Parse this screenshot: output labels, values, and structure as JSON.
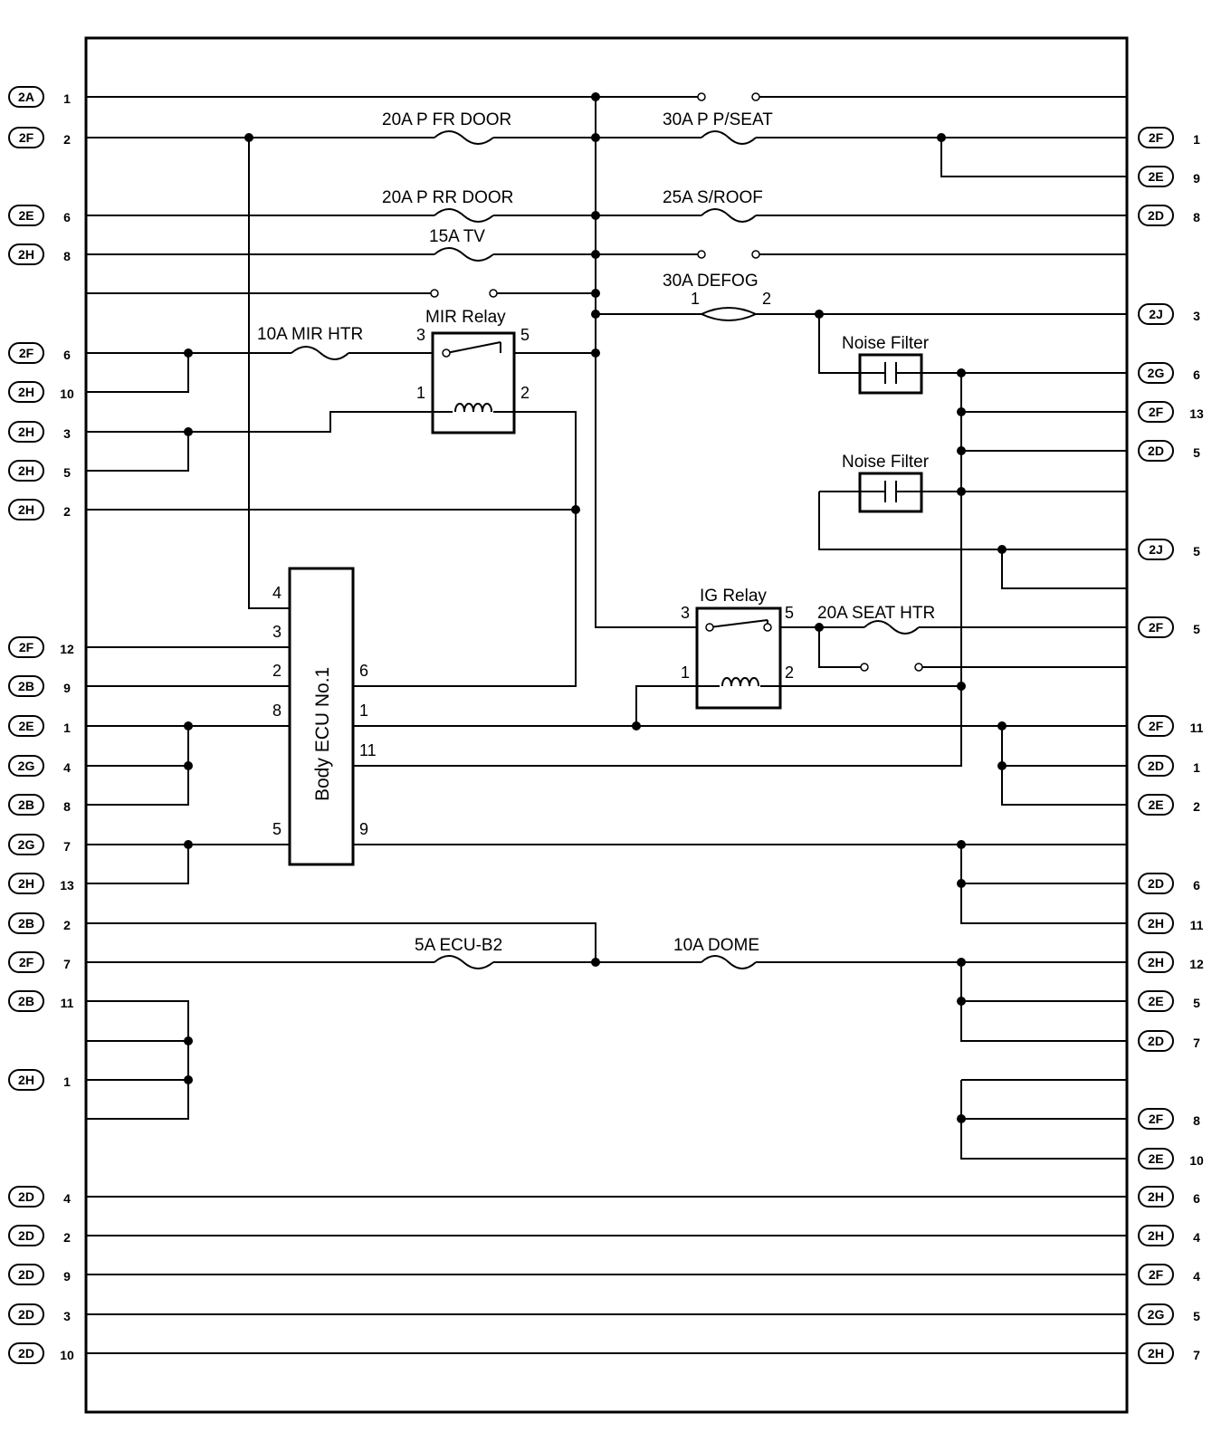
{
  "fuses": {
    "p_fr_door": "20A P FR DOOR",
    "p_pseat": "30A P P/SEAT",
    "p_rr_door": "20A P RR DOOR",
    "s_roof": "25A S/ROOF",
    "tv": "15A TV",
    "defog": "30A DEFOG",
    "defog_pin1": "1",
    "defog_pin2": "2",
    "mir_htr": "10A MIR HTR",
    "seat_htr": "20A SEAT HTR",
    "ecu_b2": "5A ECU-B2",
    "dome": "10A DOME"
  },
  "components": {
    "mir_relay": {
      "label": "MIR Relay",
      "pins": [
        "3",
        "5",
        "1",
        "2"
      ]
    },
    "ig_relay": {
      "label": "IG Relay",
      "pins": [
        "3",
        "5",
        "1",
        "2"
      ]
    },
    "noise_filter_1": "Noise Filter",
    "noise_filter_2": "Noise Filter",
    "body_ecu": {
      "label": "Body ECU No.1",
      "left_pins": [
        "4",
        "3",
        "2",
        "8",
        "5"
      ],
      "right_pins": [
        "6",
        "1",
        "11",
        "9"
      ]
    }
  },
  "left_connectors": [
    {
      "conn": "2A",
      "pin": "1"
    },
    {
      "conn": "2F",
      "pin": "2"
    },
    {
      "conn": "2E",
      "pin": "6"
    },
    {
      "conn": "2H",
      "pin": "8"
    },
    {
      "conn": "2F",
      "pin": "6"
    },
    {
      "conn": "2H",
      "pin": "10"
    },
    {
      "conn": "2H",
      "pin": "3"
    },
    {
      "conn": "2H",
      "pin": "5"
    },
    {
      "conn": "2H",
      "pin": "2"
    },
    {
      "conn": "2F",
      "pin": "12"
    },
    {
      "conn": "2B",
      "pin": "9"
    },
    {
      "conn": "2E",
      "pin": "1"
    },
    {
      "conn": "2G",
      "pin": "4"
    },
    {
      "conn": "2B",
      "pin": "8"
    },
    {
      "conn": "2G",
      "pin": "7"
    },
    {
      "conn": "2H",
      "pin": "13"
    },
    {
      "conn": "2B",
      "pin": "2"
    },
    {
      "conn": "2F",
      "pin": "7"
    },
    {
      "conn": "2B",
      "pin": "11"
    },
    {
      "conn": "2H",
      "pin": "1"
    },
    {
      "conn": "2D",
      "pin": "4"
    },
    {
      "conn": "2D",
      "pin": "2"
    },
    {
      "conn": "2D",
      "pin": "9"
    },
    {
      "conn": "2D",
      "pin": "3"
    },
    {
      "conn": "2D",
      "pin": "10"
    }
  ],
  "right_connectors": [
    {
      "conn": "2F",
      "pin": "1"
    },
    {
      "conn": "2E",
      "pin": "9"
    },
    {
      "conn": "2D",
      "pin": "8"
    },
    {
      "conn": "2J",
      "pin": "3"
    },
    {
      "conn": "2G",
      "pin": "6"
    },
    {
      "conn": "2F",
      "pin": "13"
    },
    {
      "conn": "2D",
      "pin": "5"
    },
    {
      "conn": "2J",
      "pin": "5"
    },
    {
      "conn": "2F",
      "pin": "5"
    },
    {
      "conn": "2F",
      "pin": "11"
    },
    {
      "conn": "2D",
      "pin": "1"
    },
    {
      "conn": "2E",
      "pin": "2"
    },
    {
      "conn": "2D",
      "pin": "6"
    },
    {
      "conn": "2H",
      "pin": "11"
    },
    {
      "conn": "2H",
      "pin": "12"
    },
    {
      "conn": "2E",
      "pin": "5"
    },
    {
      "conn": "2D",
      "pin": "7"
    },
    {
      "conn": "2F",
      "pin": "8"
    },
    {
      "conn": "2E",
      "pin": "10"
    },
    {
      "conn": "2H",
      "pin": "6"
    },
    {
      "conn": "2H",
      "pin": "4"
    },
    {
      "conn": "2F",
      "pin": "4"
    },
    {
      "conn": "2G",
      "pin": "5"
    },
    {
      "conn": "2H",
      "pin": "7"
    }
  ]
}
